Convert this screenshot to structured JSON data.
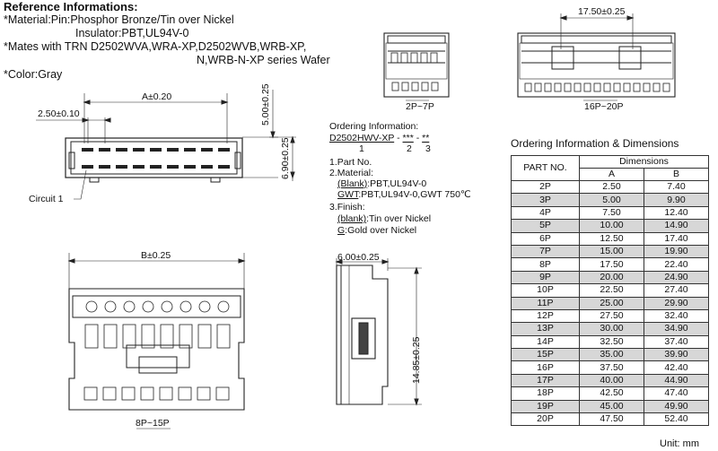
{
  "reference": {
    "title": "Reference Informations:",
    "material": "*Material:Pin:Phosphor Bronze/Tin over Nickel",
    "insulator": "Insulator:PBT,UL94V-0",
    "mates_1": "*Mates with TRN D2502WVA,WRA-XP,D2502WVB,WRB-XP,",
    "mates_2": "N,WRB-N-XP series Wafer",
    "color": "*Color:Gray"
  },
  "dimensions": {
    "a": "A±0.20",
    "pitch": "2.50±0.10",
    "h_top": "5.00±0.25",
    "h_side": "6.90±0.25",
    "b": "B±0.25",
    "depth": "6.00±0.25",
    "height": "14.85±0.25",
    "center": "17.50±0.25"
  },
  "labels": {
    "circuit": "Circuit 1",
    "view_small": "2P~7P",
    "view_large": "16P~20P",
    "view_mid": "8P~15P"
  },
  "ordering": {
    "title": "Ordering Information:",
    "code_part": "D2502HWV-XP",
    "code_sep1": " - ",
    "code_mat": "***",
    "code_sep2": " - ",
    "code_fin": "**",
    "idx1": "1",
    "idx2": "2",
    "idx3": "3",
    "part_no": "1.Part No.",
    "material": "2.Material:",
    "blank_key": "(Blank)",
    "blank_val": ":PBT,UL94V-0",
    "gwt_key": "GWT",
    "gwt_val": ":PBT,UL94V-0,GWT 750℃",
    "finish": "3.Finish:",
    "fin_blank_key": "(blank)",
    "fin_blank_val": ":Tin over Nickel",
    "gold_key": "G",
    "gold_val": ":Gold over Nickel"
  },
  "table": {
    "title": "Ordering Information & Dimensions",
    "col_part": "PART NO.",
    "col_dims": "Dimensions",
    "col_a": "A",
    "col_b": "B",
    "rows": [
      {
        "part": "2P",
        "a": "2.50",
        "b": "7.40",
        "shade": false
      },
      {
        "part": "3P",
        "a": "5.00",
        "b": "9.90",
        "shade": true
      },
      {
        "part": "4P",
        "a": "7.50",
        "b": "12.40",
        "shade": false
      },
      {
        "part": "5P",
        "a": "10.00",
        "b": "14.90",
        "shade": true
      },
      {
        "part": "6P",
        "a": "12.50",
        "b": "17.40",
        "shade": false
      },
      {
        "part": "7P",
        "a": "15.00",
        "b": "19.90",
        "shade": true
      },
      {
        "part": "8P",
        "a": "17.50",
        "b": "22.40",
        "shade": false
      },
      {
        "part": "9P",
        "a": "20.00",
        "b": "24.90",
        "shade": true
      },
      {
        "part": "10P",
        "a": "22.50",
        "b": "27.40",
        "shade": false
      },
      {
        "part": "11P",
        "a": "25.00",
        "b": "29.90",
        "shade": true
      },
      {
        "part": "12P",
        "a": "27.50",
        "b": "32.40",
        "shade": false
      },
      {
        "part": "13P",
        "a": "30.00",
        "b": "34.90",
        "shade": true
      },
      {
        "part": "14P",
        "a": "32.50",
        "b": "37.40",
        "shade": false
      },
      {
        "part": "15P",
        "a": "35.00",
        "b": "39.90",
        "shade": true
      },
      {
        "part": "16P",
        "a": "37.50",
        "b": "42.40",
        "shade": false
      },
      {
        "part": "17P",
        "a": "40.00",
        "b": "44.90",
        "shade": true
      },
      {
        "part": "18P",
        "a": "42.50",
        "b": "47.40",
        "shade": false
      },
      {
        "part": "19P",
        "a": "45.00",
        "b": "49.90",
        "shade": true
      },
      {
        "part": "20P",
        "a": "47.50",
        "b": "52.40",
        "shade": false
      }
    ],
    "unit": "Unit: mm"
  }
}
